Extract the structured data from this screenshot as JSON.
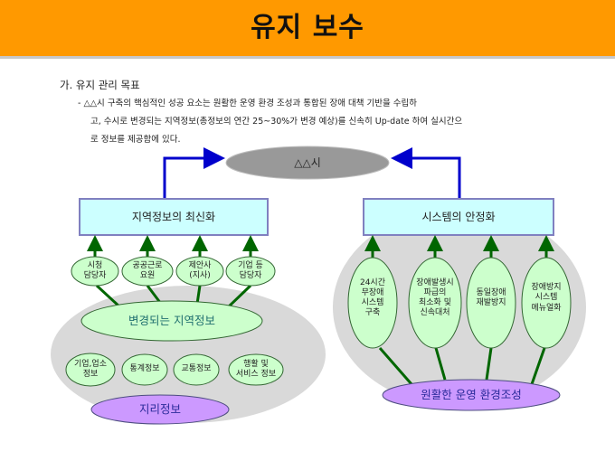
{
  "header": {
    "title": "유지 보수",
    "color": "#ff9900"
  },
  "section": {
    "heading": "가. 유지 관리 목표",
    "lines": [
      "- △△시 구축의 핵심적인 성공 요소는 원활한 운영 환경 조성과 통합된 장애 대책 기반을 수립하",
      "고, 수시로 변경되는 지역정보(총정보의 연간 25~30%가 변경 예상)를 신속히 Up-date 하여 실시간으",
      "로  정보를 제공함에 있다."
    ]
  },
  "diagram": {
    "center": "△△시",
    "left": {
      "box": "지역정보의 최신화",
      "sources": [
        "시청\n담당자",
        "공공근로\n요원",
        "제안사\n(지사)",
        "기업 등\n담당자"
      ],
      "hub": "변경되는 지역정보",
      "types": [
        "기업,업소\n정보",
        "통계정보",
        "교통정보",
        "행활 및\n서비스 정보"
      ],
      "base": "지리정보"
    },
    "right": {
      "box": "시스템의 안정화",
      "items": [
        "24시간\n무장애\n시스템\n구축",
        "장애발생시\n파급의\n최소화 및\n신속대처",
        "동일장애\n재발방지",
        "장애방지\n시스템\n메뉴얼화"
      ],
      "base": "원활한 운영 환경조성"
    },
    "colors": {
      "box": "#ccffff",
      "green": "#ccffcc",
      "purple": "#cc99ff",
      "gray": "#d9d9d9",
      "center": "#999999",
      "arrow_blue": "#0000cc",
      "arrow_green": "#006600"
    }
  }
}
